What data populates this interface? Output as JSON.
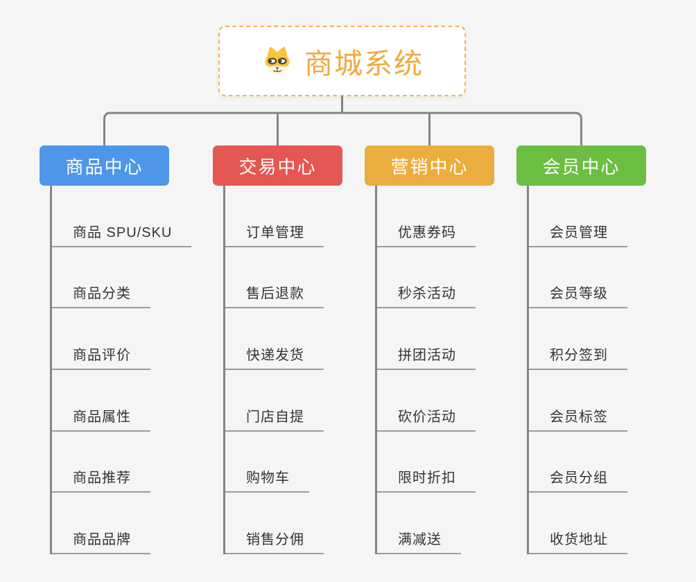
{
  "root": {
    "title": "商城系统",
    "icon": "dog-face-icon"
  },
  "colors": {
    "bg": "#f5f5f5",
    "line": "#848484",
    "underline": "#9b9b9b",
    "text": "#333333",
    "root-border": "#f3b24e",
    "root-title": "#f0a93e",
    "branch-text": "#ffffff"
  },
  "branches": [
    {
      "label": "商品中心",
      "color": "#4d96e8",
      "items": [
        "商品 SPU/SKU",
        "商品分类",
        "商品评价",
        "商品属性",
        "商品推荐",
        "商品品牌"
      ]
    },
    {
      "label": "交易中心",
      "color": "#e45752",
      "items": [
        "订单管理",
        "售后退款",
        "快递发货",
        "门店自提",
        "购物车",
        "销售分佣"
      ]
    },
    {
      "label": "营销中心",
      "color": "#ebad3d",
      "items": [
        "优惠券码",
        "秒杀活动",
        "拼团活动",
        "砍价活动",
        "限时折扣",
        "满减送"
      ]
    },
    {
      "label": "会员中心",
      "color": "#6cbe42",
      "items": [
        "会员管理",
        "会员等级",
        "积分签到",
        "会员标签",
        "会员分组",
        "收货地址"
      ]
    }
  ]
}
